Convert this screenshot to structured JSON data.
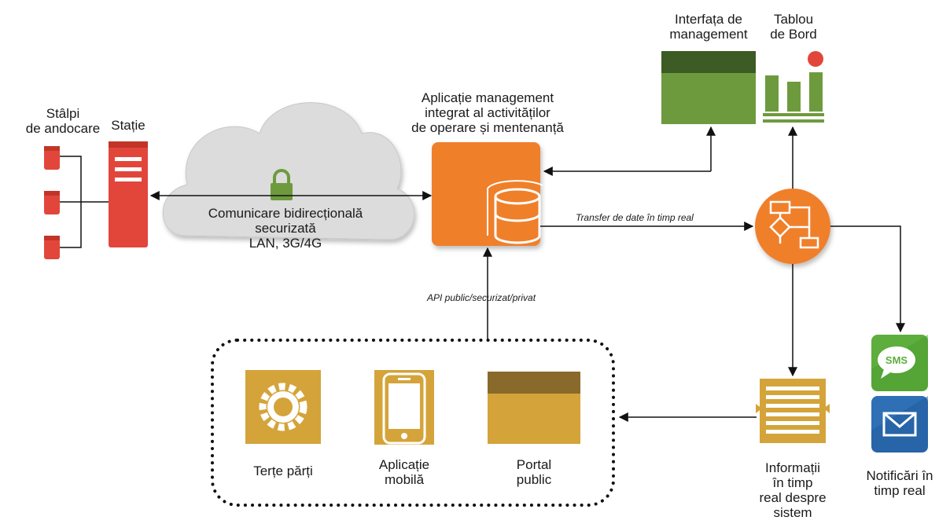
{
  "labels": {
    "poles": "Stâlpi\nde andocare",
    "station": "Stație",
    "cloud": "Comunicare bidirecțională\nsecurizată\nLAN, 3G/4G",
    "app": "Aplicație management\nintegrat al activităților\nde operare și mentenanță",
    "mgmt_interface": "Interfața de\nmanagement",
    "dashboard": "Tablou\nde Bord",
    "realtime_transfer": "Transfer de date în timp real",
    "api": "API public/securizat/privat",
    "third_parties": "Terțe părți",
    "mobile_app": "Aplicație\nmobilă",
    "public_portal": "Portal\npublic",
    "realtime_info": "Informații\nîn timp\nreal despre\nsistem",
    "notifications": "Notificări în\ntimp real",
    "sms": "SMS"
  },
  "colors": {
    "red": "#e2463b",
    "cloud": "#d9d9d9",
    "orange": "#f07f2a",
    "green_dark": "#3d5b24",
    "green": "#6e9a3e",
    "gold": "#d4a43a",
    "gold_dark": "#8a6a2a",
    "sms_green": "#5dae3d",
    "mail_blue": "#2e6fb6"
  }
}
